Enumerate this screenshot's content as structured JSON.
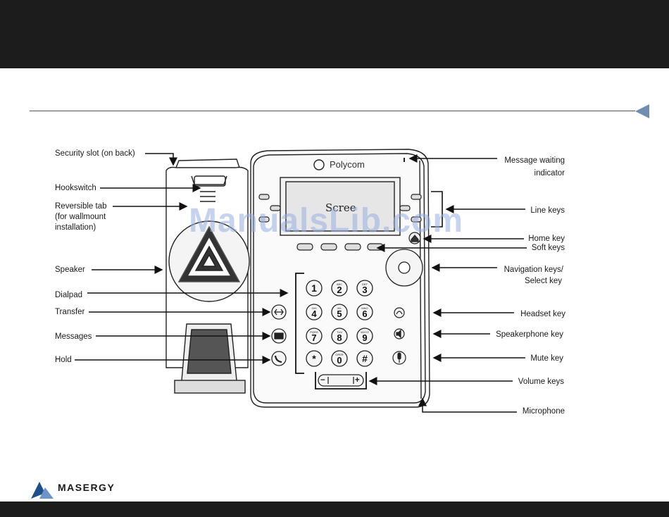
{
  "brand": "Polycom",
  "screen_text": "Scree",
  "watermark": "ManualsLib.com",
  "footer_logo": "MASERGY",
  "labels_left": {
    "security_slot": "Security slot (on back)",
    "hookswitch": "Hookswitch",
    "reversible_tab_1": "Reversible tab",
    "reversible_tab_2": "(for wallmount",
    "reversible_tab_3": "installation)",
    "speaker": "Speaker",
    "dialpad": "Dialpad",
    "transfer": "Transfer",
    "messages": "Messages",
    "hold": "Hold"
  },
  "labels_right": {
    "message_waiting_1": "Message waiting",
    "message_waiting_2": "indicator",
    "line_keys": "Line keys",
    "home_key": "Home key",
    "soft_keys": "Soft keys",
    "navigation_1": "Navigation keys/",
    "navigation_2": "Select key",
    "headset_key": "Headset key",
    "speakerphone_key": "Speakerphone key",
    "mute_key": "Mute key",
    "volume_keys": "Volume keys",
    "microphone": "Microphone"
  },
  "keypad": [
    {
      "digit": "1",
      "letters": ""
    },
    {
      "digit": "2",
      "letters": "ABC"
    },
    {
      "digit": "3",
      "letters": "DEF"
    },
    {
      "digit": "4",
      "letters": "GHI"
    },
    {
      "digit": "5",
      "letters": "JKL"
    },
    {
      "digit": "6",
      "letters": "MNO"
    },
    {
      "digit": "7",
      "letters": "PQRS"
    },
    {
      "digit": "8",
      "letters": "TUV"
    },
    {
      "digit": "9",
      "letters": "WXYZ"
    },
    {
      "digit": "*",
      "letters": ""
    },
    {
      "digit": "0",
      "letters": "OPER"
    },
    {
      "digit": "#",
      "letters": ""
    }
  ],
  "volume": {
    "minus": "−",
    "plus": "+"
  },
  "icons": {
    "transfer": "transfer-icon",
    "messages": "envelope-icon",
    "hold": "hold-icon",
    "home": "home-icon",
    "headset": "headset-icon",
    "speakerphone": "speaker-icon",
    "mute": "microphone-mute-icon"
  }
}
